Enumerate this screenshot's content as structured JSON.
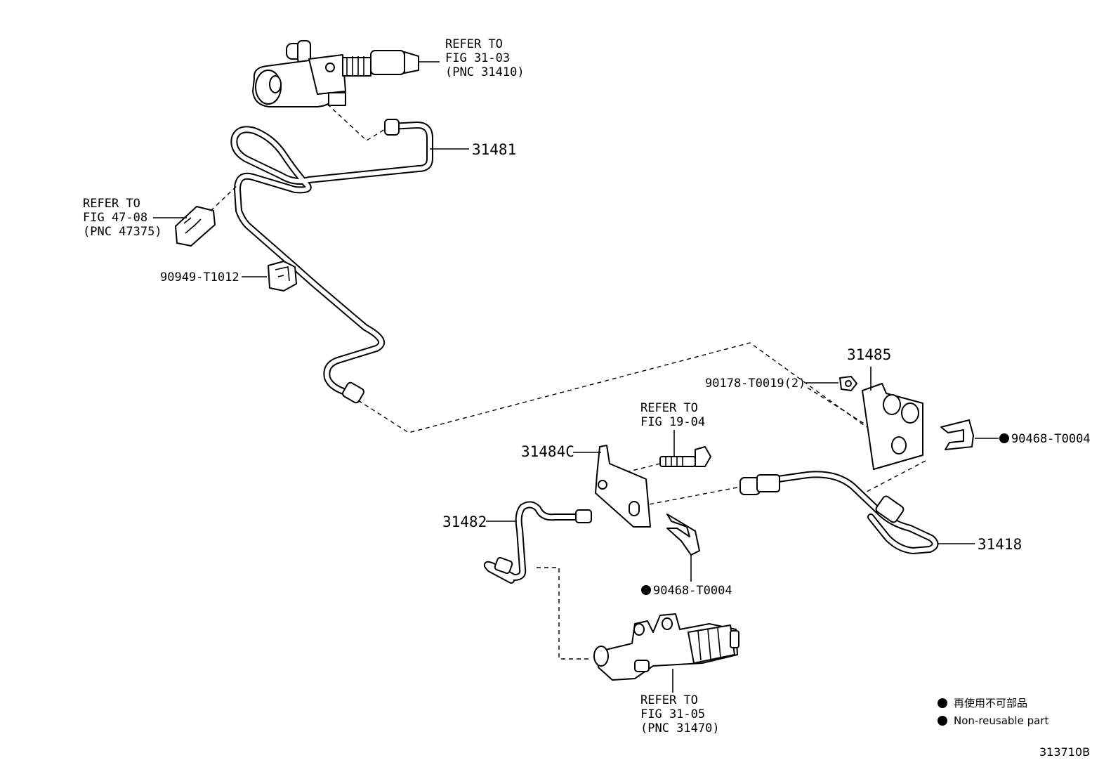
{
  "labels": {
    "master_cyl_ref": [
      "REFER TO",
      "FIG 31-03",
      "(PNC 31410)"
    ],
    "clamp_ref": [
      "REFER TO",
      "FIG 47-08",
      "(PNC 47375)"
    ],
    "bolt_ref": [
      "REFER TO",
      "FIG 19-04"
    ],
    "release_cyl_ref": [
      "REFER TO",
      "FIG 31-05",
      "(PNC 31470)"
    ],
    "p31481": "31481",
    "p90949": "90949-T1012",
    "p31485": "31485",
    "p90178": "90178-T0019(2)",
    "p90468_right": "90468-T0004",
    "p31484c": "31484C",
    "p31482": "31482",
    "p31418": "31418",
    "p90468_lower": "90468-T0004"
  },
  "legend": {
    "jp": "再使用不可部品",
    "en": "Non-reusable part"
  },
  "diagram_code": "313710B"
}
